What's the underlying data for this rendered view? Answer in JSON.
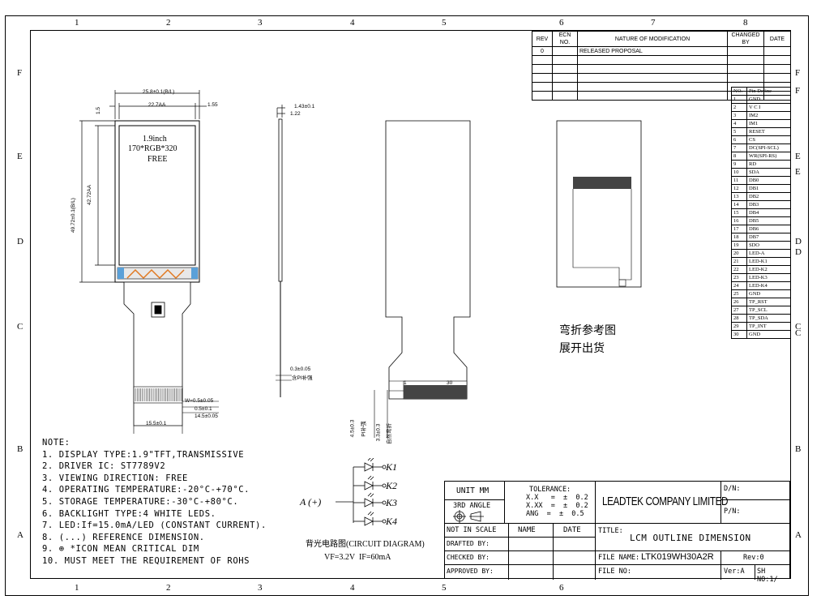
{
  "frame": {
    "col_labels": [
      "1",
      "2",
      "3",
      "4",
      "5",
      "6",
      "7",
      "8"
    ],
    "row_labels": [
      "F",
      "E",
      "D",
      "C",
      "B",
      "A"
    ]
  },
  "revision_table": {
    "headers": [
      "REV",
      "ECN NO.",
      "NATURE OF MODIFICATION",
      "CHANGED BY",
      "DATE"
    ],
    "rows": [
      [
        "0",
        "",
        "RELEASED PROPOSAL",
        "",
        ""
      ]
    ]
  },
  "pin_table": {
    "headers": [
      "NO.",
      "Pin Define"
    ],
    "rows": [
      [
        "1",
        "GND"
      ],
      [
        "2",
        "V C I"
      ],
      [
        "3",
        "IM2"
      ],
      [
        "4",
        "IM1"
      ],
      [
        "5",
        "RESET"
      ],
      [
        "6",
        "CS"
      ],
      [
        "7",
        "DC(SPI-SCL)"
      ],
      [
        "8",
        "WR(SPI-RS)"
      ],
      [
        "9",
        "RD"
      ],
      [
        "10",
        "SDA"
      ],
      [
        "11",
        "DB0"
      ],
      [
        "12",
        "DB1"
      ],
      [
        "13",
        "DB2"
      ],
      [
        "14",
        "DB3"
      ],
      [
        "15",
        "DB4"
      ],
      [
        "16",
        "DB5"
      ],
      [
        "17",
        "DB6"
      ],
      [
        "18",
        "DB7"
      ],
      [
        "19",
        "SDO"
      ],
      [
        "20",
        "LED-A"
      ],
      [
        "21",
        "LED-K1"
      ],
      [
        "22",
        "LED-K2"
      ],
      [
        "23",
        "LED-K3"
      ],
      [
        "24",
        "LED-K4"
      ],
      [
        "25",
        "GND"
      ],
      [
        "26",
        "TP_RST"
      ],
      [
        "27",
        "TP_SCL"
      ],
      [
        "28",
        "TP_SDA"
      ],
      [
        "29",
        "TP_INT"
      ],
      [
        "30",
        "GND"
      ]
    ]
  },
  "front_view": {
    "display_line1": "1.9inch",
    "display_line2": "170*RGB*320",
    "display_line3": "FREE",
    "dim_outer_width": "25.8±0.1(B/L)",
    "dim_aa_width": "22.7AA",
    "dim_left": "1.5",
    "dim_right": "1.55",
    "dim_outer_height": "49.72±0.1(B/L)",
    "dim_aa_height": "42.72AA",
    "dim_w": "W=0.5±0.05",
    "dim_pitch": "0.5±0.1",
    "dim_fpc": "14.5±0.05",
    "dim_tail": "15.5±0.1"
  },
  "side_view": {
    "dim_thick": "1.43±0.1",
    "dim_glass": "1.22",
    "dim_fpc": "0.3±0.05",
    "dim_fpc_note": "含PI补强"
  },
  "back_view": {
    "pin_first": "1",
    "pin_last": "30",
    "dim_a": "4.5±0.3",
    "dim_a_note": "PI补强",
    "dim_b": "3.3±0.3",
    "dim_b_note": "自然弯折"
  },
  "bend_label": {
    "line1": "弯折参考图",
    "line2": "展开出货"
  },
  "circuit": {
    "anode": "A (+)",
    "cathodes": [
      "K1",
      "K2",
      "K3",
      "K4"
    ],
    "caption": "背光电路图(CIRCUIT DIAGRAM)",
    "spec": "VF=3.2V  IF=60mA"
  },
  "notes": {
    "title": "NOTE:",
    "items": [
      "1. DISPLAY TYPE:1.9\"TFT,TRANSMISSIVE",
      "2. DRIVER IC: ST7789V2",
      "3. VIEWING DIRECTION: FREE",
      "4. OPERATING TEMPERATURE:-20°C-+70°C.",
      "5. STORAGE TEMPERATURE:-30°C-+80°C.",
      "6. BACKLIGHT TYPE:4 WHITE LEDS.",
      "7. LED:If=15.0mA/LED (CONSTANT CURRENT).",
      "8. (...) REFERENCE DIMENSION.",
      "9. ⊕ *ICON MEAN CRITICAL DIM",
      "10. MUST MEET THE REQUIREMENT OF ROHS"
    ]
  },
  "title_block": {
    "unit": "UNIT MM",
    "angle": "3RD ANGLE",
    "tolerance_title": "TOLERANCE:",
    "tol_xx": "X.X   =  ±  0.2",
    "tol_xxx": "X.XX  =  ±  0.2",
    "tol_ang": "ANG  =  ±  0.5",
    "company": "LEADTEK COMPANY LIMITED",
    "dn": "D/N:",
    "pn": "P/N:",
    "not_in_scale": "NOT IN SCALE",
    "name": "NAME",
    "date": "DATE",
    "drafted": "DRAFTED BY:",
    "checked": "CHECKED BY:",
    "approved": "APPROVED BY:",
    "title_label": "TITLE:",
    "title_value": "LCM OUTLINE DIMENSION",
    "file_name_label": "FILE NAME:",
    "file_name_value": "LTK019WH30A2R",
    "rev": "Rev:0",
    "file_no": "FILE NO:",
    "ver": "Ver:A",
    "sheet": "SH NO:1/"
  }
}
